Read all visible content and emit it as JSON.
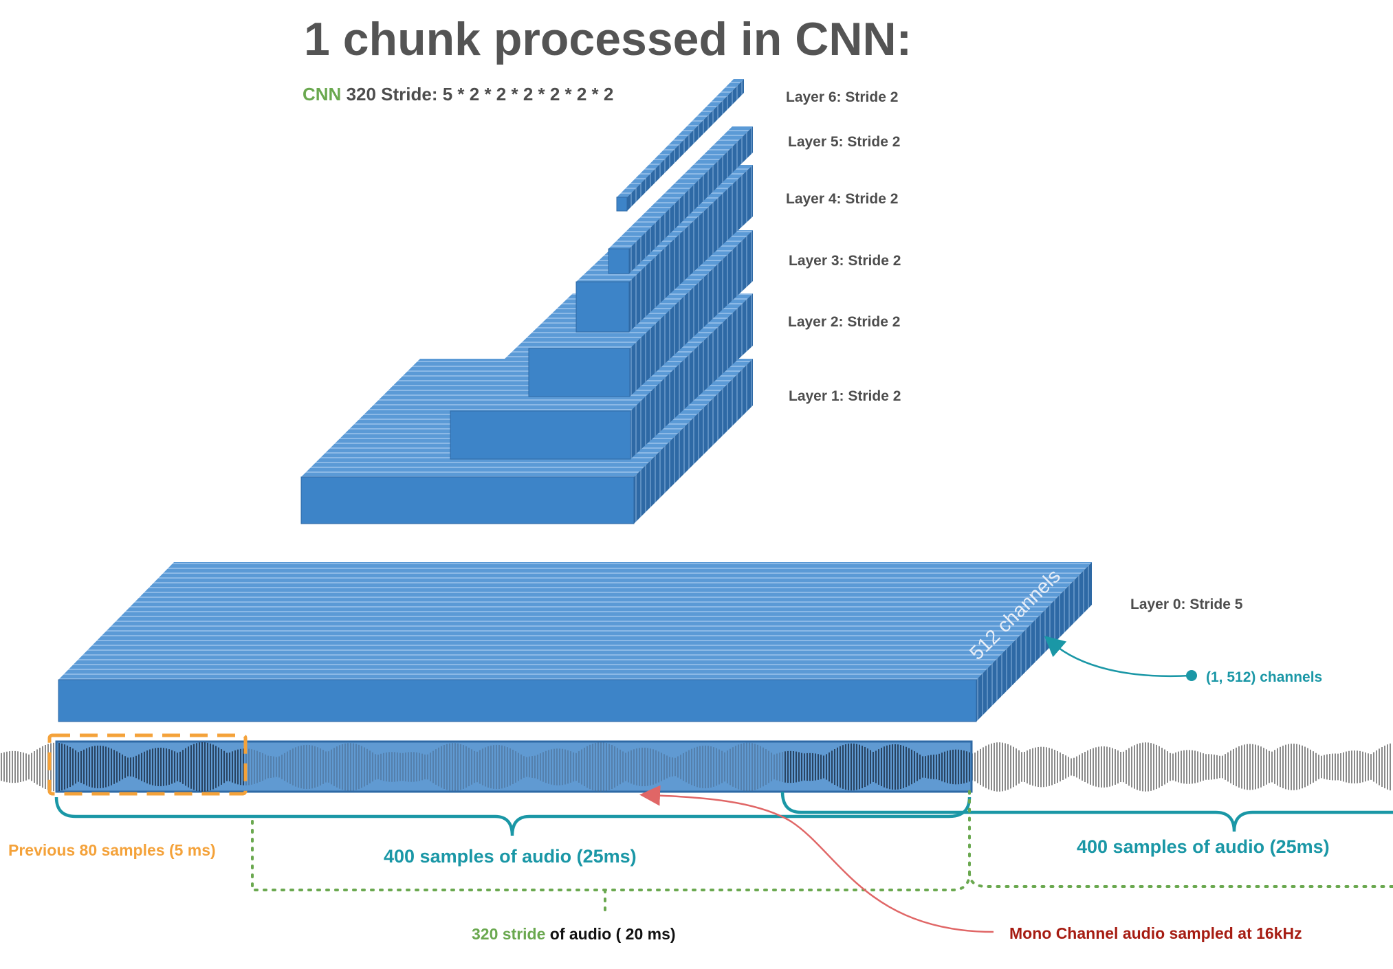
{
  "title": "1 chunk processed in CNN:",
  "subtitle": {
    "cnn": "CNN",
    "rest": " 320 Stride: 5 * 2 * 2 * 2 * 2 * 2 * 2"
  },
  "layers": [
    {
      "label": "Layer 6: Stride 2"
    },
    {
      "label": "Layer 5: Stride 2"
    },
    {
      "label": "Layer 4:  Stride 2"
    },
    {
      "label": "Layer 3: Stride 2"
    },
    {
      "label": "Layer 2: Stride 2"
    },
    {
      "label": "Layer 1: Stride 2"
    }
  ],
  "layer0": {
    "label": "Layer 0: Stride 5",
    "channels_text": "512 channels",
    "callout": "(1, 512) channels"
  },
  "audio": {
    "previous": "Previous 80 samples (5 ms)",
    "window1": "400 samples of audio (25ms)",
    "window2": "400 samples of audio (25ms)",
    "stride_green": "320 stride",
    "stride_rest": " of audio  ( 20 ms)",
    "mono": "Mono Channel audio sampled at 16kHz"
  },
  "colors": {
    "box": "#3d84c8",
    "box_top": "#5b9ad6",
    "box_side": "#2e69a5",
    "teal": "#1a97a6",
    "orange": "#f4a23a",
    "green": "#6aa84f",
    "red": "#e06666"
  }
}
